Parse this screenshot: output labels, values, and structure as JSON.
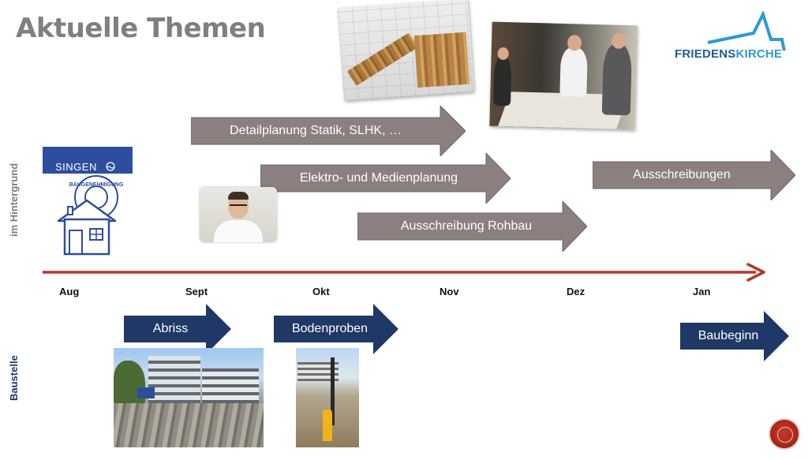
{
  "title": "Aktuelle Themen",
  "logo": {
    "part_a": "FRIEDENS",
    "part_b": "KIRCHE",
    "icon": "church-roof-icon"
  },
  "side_labels": {
    "background": "im Hintergrund",
    "site": "Baustelle"
  },
  "background_tasks": [
    {
      "label": "Detailplanung Statik, SLHK, …"
    },
    {
      "label": "Elektro- und Medienplanung"
    },
    {
      "label": "Ausschreibung Rohbau"
    },
    {
      "label": "Ausschreibungen"
    }
  ],
  "site_tasks": [
    {
      "label": "Abriss"
    },
    {
      "label": "Bodenproben"
    },
    {
      "label": "Baubeginn"
    }
  ],
  "months": [
    "Aug",
    "Sept",
    "Okt",
    "Nov",
    "Dez",
    "Jan"
  ],
  "singen_logo": "SINGEN",
  "permit_stamp": "BAUGENEHMIGUNG",
  "colors": {
    "background_arrow": "#8b7f7f",
    "site_arrow": "#1f3866",
    "timeline": "#b0392b",
    "title": "#7f7f7f"
  }
}
